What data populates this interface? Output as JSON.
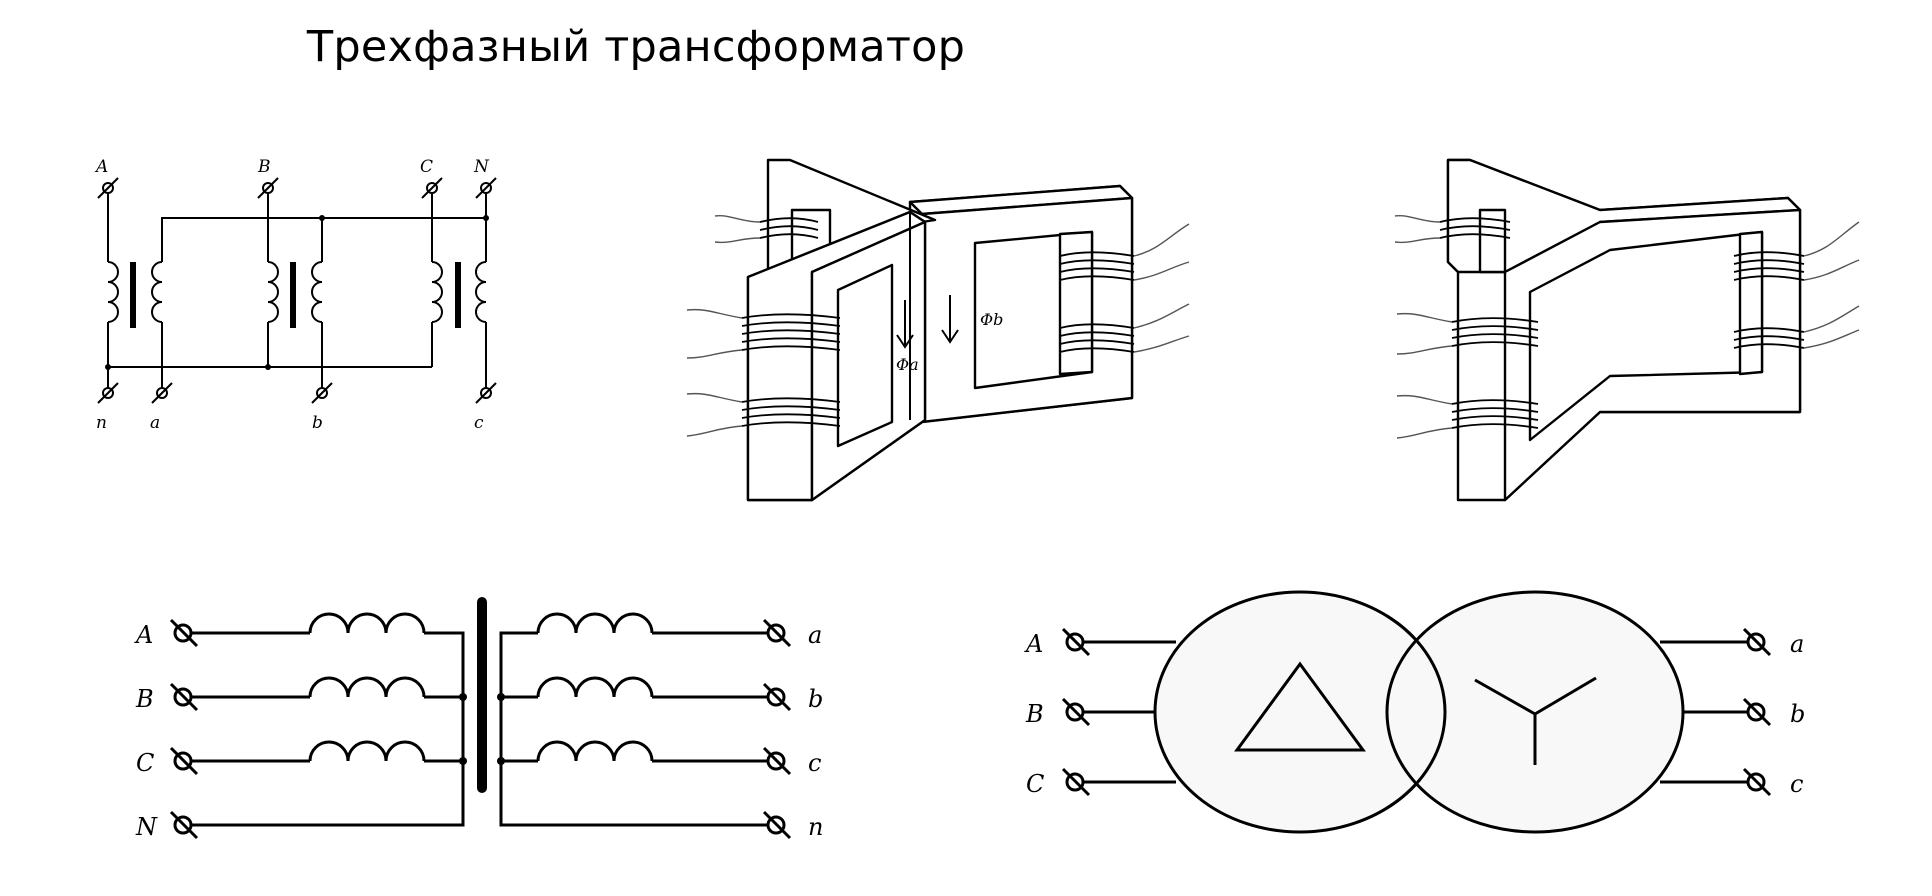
{
  "title": "Трехфазный трансформатор",
  "schematic_top": {
    "top_terminals": [
      "A",
      "B",
      "C",
      "N"
    ],
    "bottom_terminals": [
      "n",
      "a",
      "b",
      "c"
    ]
  },
  "core_type_3d": {
    "flux_a": "Φa",
    "flux_b": "Φb"
  },
  "winding_diagram": {
    "primary": [
      "A",
      "B",
      "C",
      "N"
    ],
    "secondary": [
      "a",
      "b",
      "c",
      "n"
    ]
  },
  "circle_symbol": {
    "primary": [
      "A",
      "B",
      "C"
    ],
    "secondary": [
      "a",
      "b",
      "c"
    ]
  }
}
